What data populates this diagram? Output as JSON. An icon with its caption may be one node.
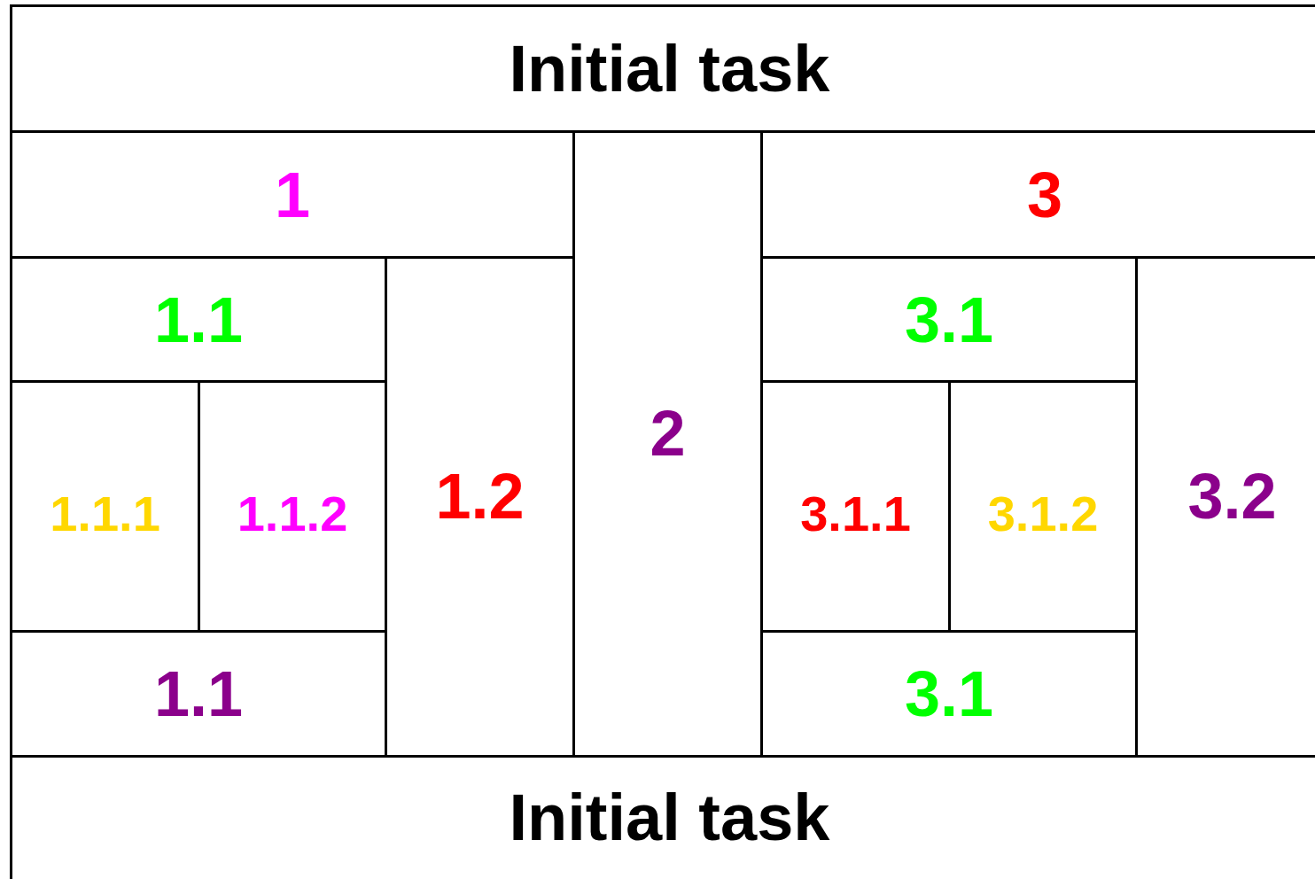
{
  "diagram": {
    "nodes": [
      {
        "text": [
          "Initial task"
        ]
      },
      {
        "text": [
          "1"
        ]
      },
      {
        "text": [
          "2"
        ]
      },
      {
        "text": [
          "3"
        ]
      },
      {
        "text": [
          "1.1"
        ]
      },
      {
        "text": [
          "1.2"
        ]
      },
      {
        "text": [
          "3.1"
        ]
      },
      {
        "text": [
          "3.2"
        ]
      },
      {
        "text": [
          "1.1.1"
        ]
      },
      {
        "text": [
          "1.1.2"
        ]
      },
      {
        "text": [
          "3.1.1"
        ]
      },
      {
        "text": [
          "3.1.2"
        ]
      },
      {
        "text": [
          "1.1"
        ]
      },
      {
        "text": [
          "3.1"
        ]
      },
      {
        "text": [
          "Initial task"
        ]
      }
    ]
  }
}
